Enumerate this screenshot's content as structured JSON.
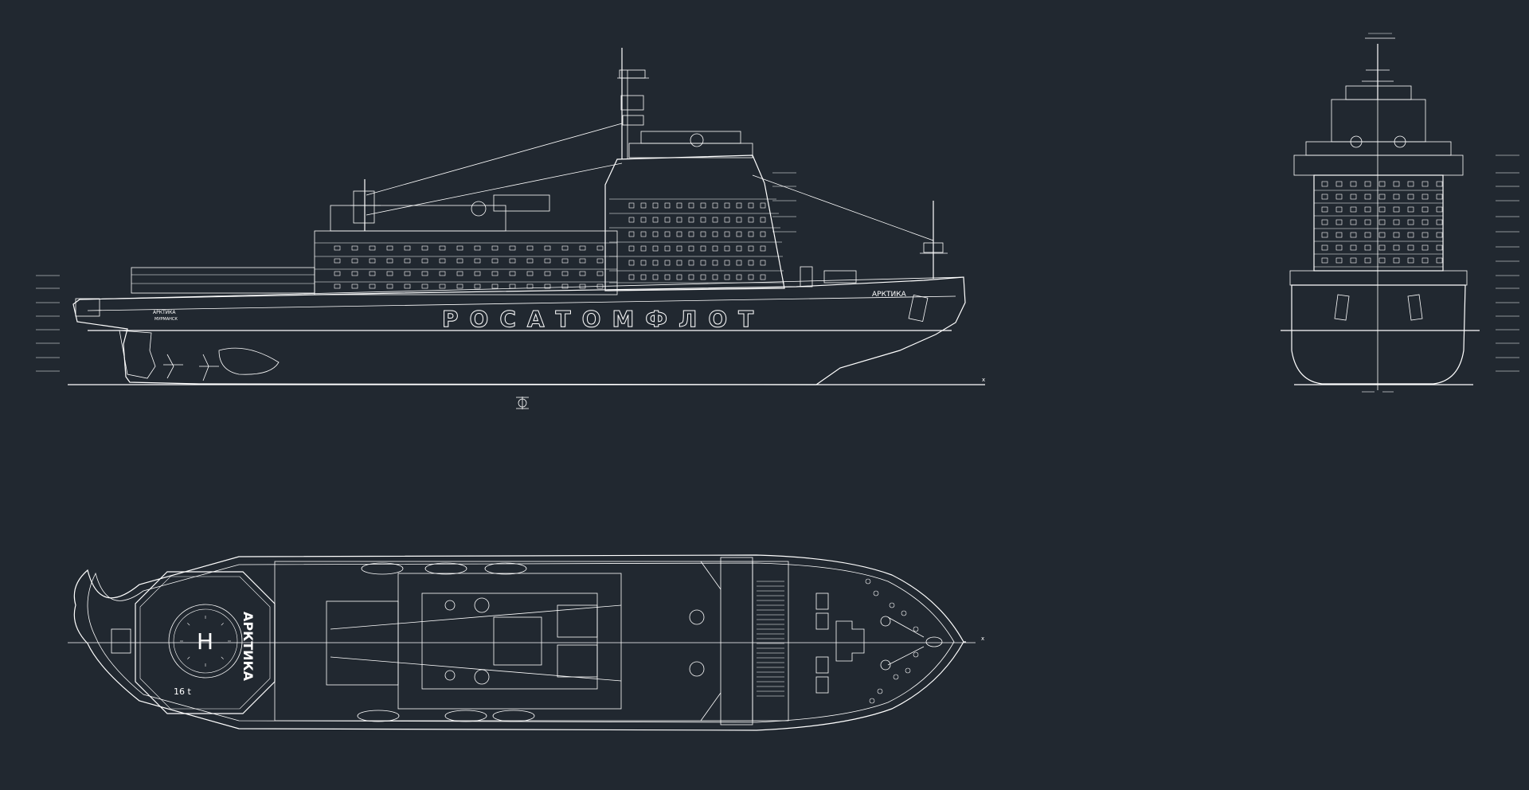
{
  "colors": {
    "background": "#212830",
    "line": "#ffffff"
  },
  "profile": {
    "hull_name": "РОСАТОМФЛОТ",
    "bow_name": "АРКТИКА",
    "stern_name": "АРКТИКА",
    "stern_port": "МУРМАНСК"
  },
  "plan": {
    "deck_name": "АРКТИКА",
    "helipad_mark": "H",
    "load_mark": "16 t"
  }
}
